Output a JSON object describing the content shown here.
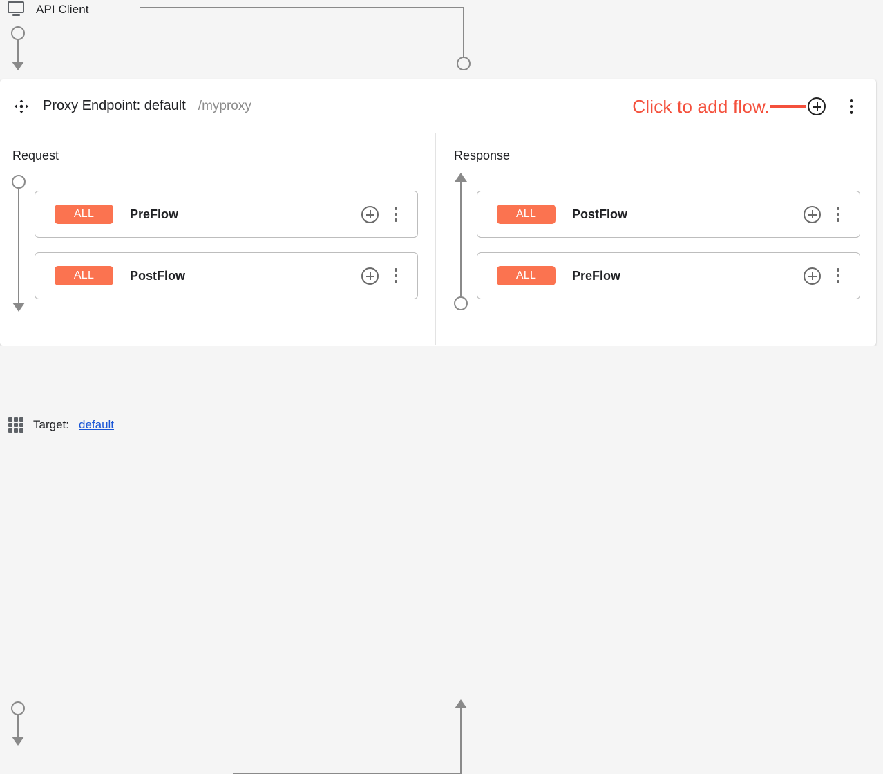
{
  "client": {
    "icon": "monitor-icon",
    "label": "API Client"
  },
  "proxy_endpoint": {
    "icon": "move-icon",
    "title": "Proxy Endpoint: default",
    "path": "/myproxy",
    "add_flow_hint": "Click to add flow.",
    "add_icon": "plus-circle-icon",
    "menu_icon": "more-vert-icon",
    "hint_color": "#f4503c"
  },
  "columns": [
    {
      "title": "Request",
      "direction": "down",
      "cards": [
        {
          "badge": "ALL",
          "name": "PreFlow",
          "add_icon": "plus-circle-icon",
          "menu_icon": "more-vert-icon"
        },
        {
          "badge": "ALL",
          "name": "PostFlow",
          "add_icon": "plus-circle-icon",
          "menu_icon": "more-vert-icon"
        }
      ]
    },
    {
      "title": "Response",
      "direction": "up",
      "cards": [
        {
          "badge": "ALL",
          "name": "PostFlow",
          "add_icon": "plus-circle-icon",
          "menu_icon": "more-vert-icon"
        },
        {
          "badge": "ALL",
          "name": "PreFlow",
          "add_icon": "plus-circle-icon",
          "menu_icon": "more-vert-icon"
        }
      ]
    }
  ],
  "target": {
    "icon": "apps-grid-icon",
    "label": "Target:",
    "link": "default"
  },
  "colors": {
    "badge_orange": "#fb7350",
    "hint_red": "#f4503c",
    "link_blue": "#1a56d6",
    "connector_grey": "#8a8a8a",
    "page_background": "#f5f5f5"
  }
}
